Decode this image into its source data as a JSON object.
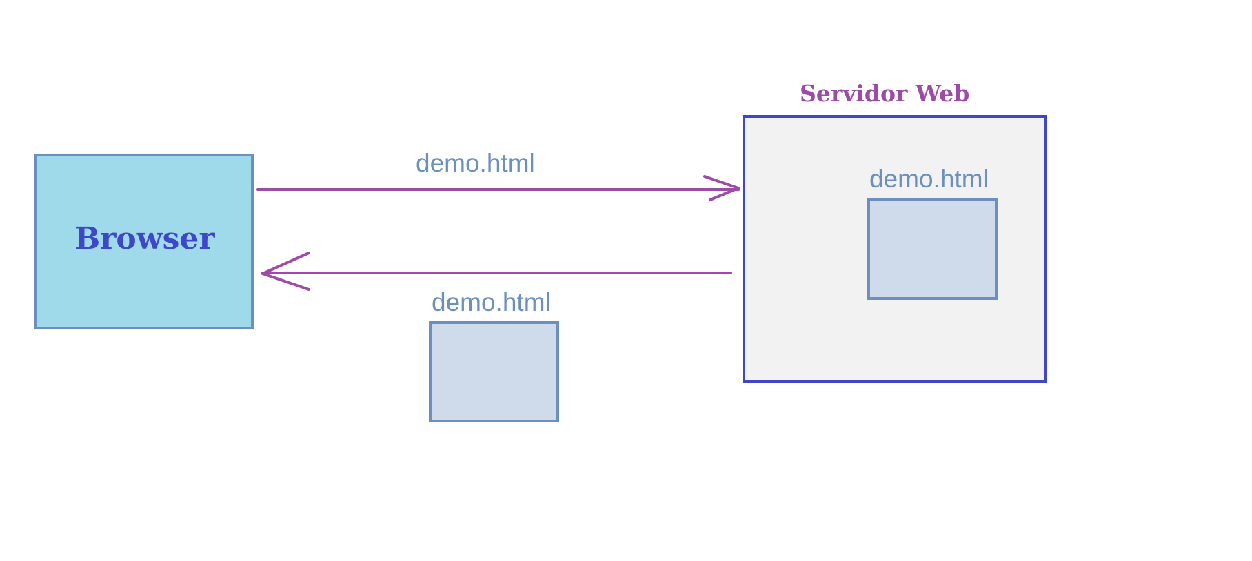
{
  "diagram": {
    "colors": {
      "browser_fill": "#9edaea",
      "browser_border": "#6b8fbf",
      "browser_text": "#3f47c9",
      "server_fill": "#f2f2f2",
      "server_border": "#3f47c9",
      "server_title": "#9e4aa8",
      "doc_fill": "#cfdbea",
      "doc_border": "#6b8fbf",
      "arrow": "#9e4aa8",
      "file_label": "#6b8fbf"
    },
    "browser": {
      "label": "Browser"
    },
    "server": {
      "title": "Servidor Web",
      "file": {
        "label": "demo.html"
      }
    },
    "request": {
      "label": "demo.html"
    },
    "response": {
      "file": {
        "label": "demo.html"
      }
    }
  }
}
